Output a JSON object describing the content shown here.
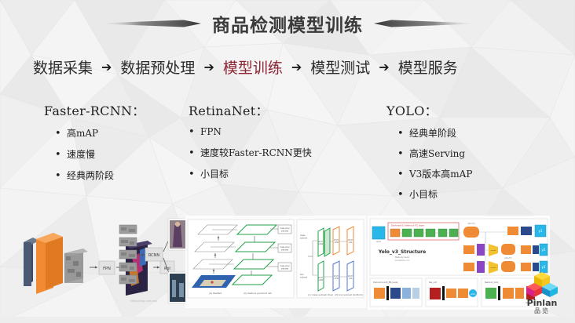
{
  "slide": {
    "title": "商品检测模型训练",
    "background_color": "#f2f2f2",
    "accent_color": "#8c2433"
  },
  "breadcrumb": {
    "arrow_glyph": "➔",
    "steps": [
      {
        "label": "数据采集",
        "active": false
      },
      {
        "label": "数据预处理",
        "active": false
      },
      {
        "label": "模型训练",
        "active": true
      },
      {
        "label": "模型测试",
        "active": false
      },
      {
        "label": "模型服务",
        "active": false
      }
    ]
  },
  "columns": [
    {
      "heading": "Faster-RCNN：",
      "bullet_glyph": "•",
      "bullets": [
        "高mAP",
        "速度慢",
        "经典两阶段"
      ]
    },
    {
      "heading": "RetinaNet：",
      "bullet_glyph": "•",
      "bullets": [
        "FPN",
        "速度较Faster-RCNN更快",
        "小目标"
      ]
    },
    {
      "heading": "YOLO：",
      "bullet_glyph": "•",
      "bullets": [
        "经典单阶段",
        "高速Serving",
        "V3版本高mAP",
        "小目标"
      ]
    }
  ],
  "figures": {
    "faster_rcnn": {
      "name": "faster-rcnn-architecture",
      "node_labels": [
        "FPN",
        "RoI",
        "RCNN"
      ],
      "watermark": "https://blog.csdn.net/"
    },
    "retinanet": {
      "name": "retinanet-architecture",
      "captions": [
        "(a) ResNet",
        "(b) feature pyramid net",
        "(c) class subnet (top)",
        "(d) box subnet (bottom)"
      ],
      "subnet_labels": [
        "class subnet",
        "box subnet"
      ],
      "block_labels": [
        "W×H ×256",
        "W×H ×256",
        "W×H ×4A",
        "W×H ×KA"
      ]
    },
    "yolo": {
      "name": "yolo-v3-structure",
      "title": "Yolo_v3_Structure",
      "subtitle": "Made by Levio",
      "contact": "levio@zhihu.com",
      "boxed_label": "Darknet-53 without FC layer",
      "outputs": [
        "y1",
        "y2",
        "y3"
      ],
      "scale_labels": [
        "(26×75)",
        "(26×75)",
        "(26×75)"
      ],
      "panel_labels": [
        "Darknetconv2D_BN_Leaky",
        "Res_unit",
        "Resblock_body"
      ],
      "tail_label": "Res_unit*n"
    }
  },
  "logo": {
    "wordmark": "Pinlan",
    "cn_name": "品览",
    "cube_colors": {
      "top": "#f5cc18",
      "left": "#e8343c",
      "right": "#1fb6e4",
      "accent": "#d8248a"
    }
  }
}
